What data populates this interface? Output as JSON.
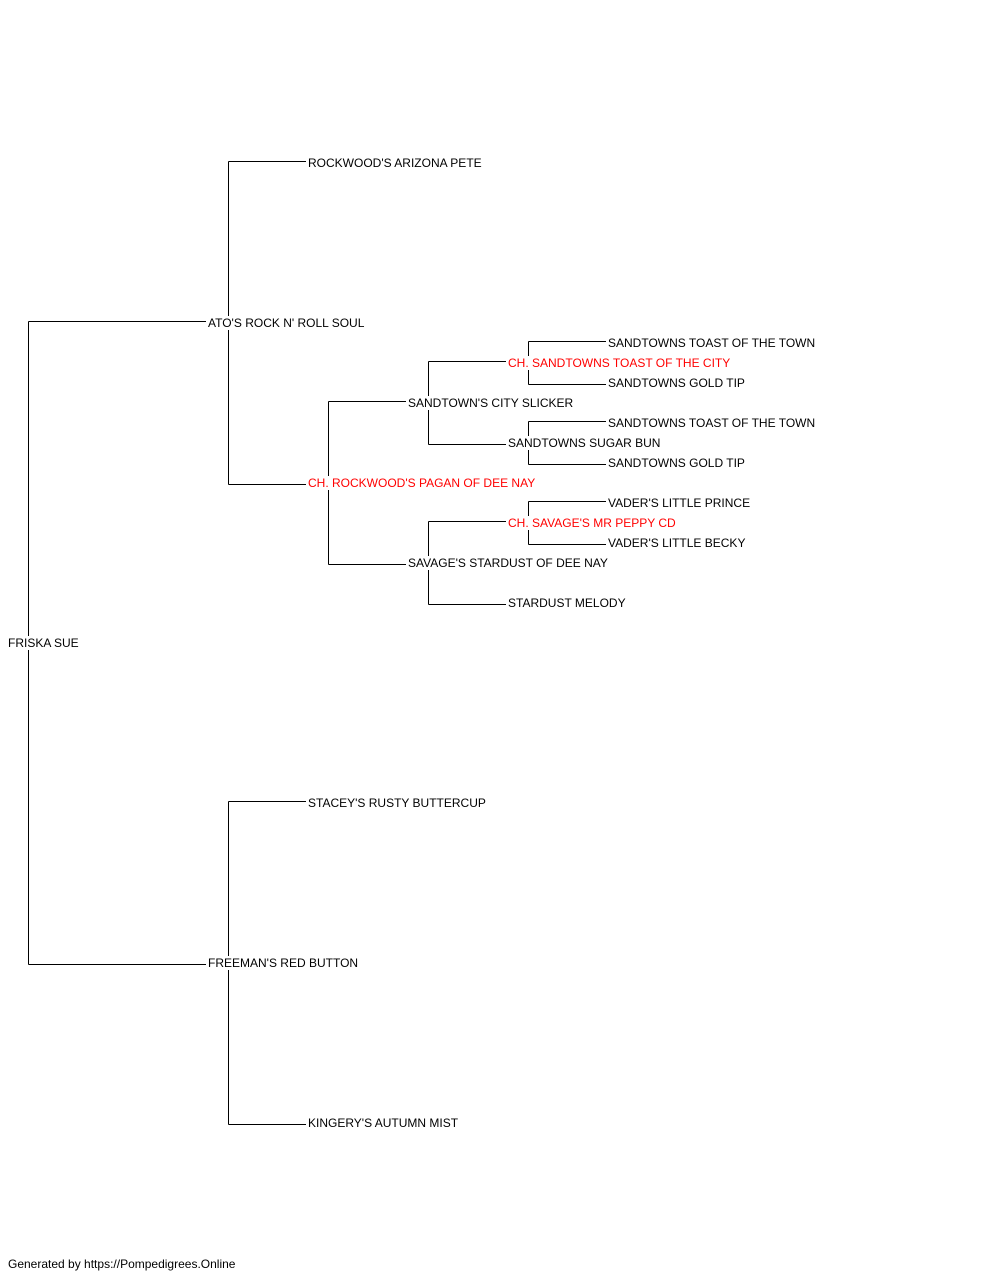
{
  "colors": {
    "line": "#000000",
    "text": "#000000",
    "champion_text": "#ff0000",
    "background": "#ffffff"
  },
  "pedigree": {
    "subject": {
      "name": "FRISKA SUE",
      "champion": false
    },
    "sire": {
      "name": "ATO'S ROCK N' ROLL SOUL",
      "champion": false
    },
    "dam": {
      "name": "FREEMAN'S RED BUTTON",
      "champion": false
    },
    "sire_sire": {
      "name": "ROCKWOOD'S ARIZONA PETE",
      "champion": false
    },
    "sire_dam": {
      "name": "CH. ROCKWOOD'S PAGAN OF DEE NAY",
      "champion": true
    },
    "dam_sire": {
      "name": "STACEY'S RUSTY BUTTERCUP",
      "champion": false
    },
    "dam_dam": {
      "name": "KINGERY'S AUTUMN MIST",
      "champion": false
    },
    "sd_sire": {
      "name": "SANDTOWN'S CITY SLICKER",
      "champion": false
    },
    "sd_dam": {
      "name": "SAVAGE'S STARDUST OF DEE NAY",
      "champion": false
    },
    "sd_sire_sire": {
      "name": "CH. SANDTOWNS TOAST OF THE CITY",
      "champion": true
    },
    "sd_sire_dam": {
      "name": "SANDTOWNS SUGAR BUN",
      "champion": false
    },
    "sd_dam_sire": {
      "name": "CH. SAVAGE'S MR PEPPY CD",
      "champion": true
    },
    "sd_dam_dam": {
      "name": "STARDUST MELODY",
      "champion": false
    },
    "sss_sire": {
      "name": "SANDTOWNS TOAST OF THE TOWN",
      "champion": false
    },
    "sss_dam": {
      "name": "SANDTOWNS GOLD TIP",
      "champion": false
    },
    "ssd_sire": {
      "name": "SANDTOWNS TOAST OF THE TOWN",
      "champion": false
    },
    "ssd_dam": {
      "name": "SANDTOWNS GOLD TIP",
      "champion": false
    },
    "sds_sire": {
      "name": "VADER'S LITTLE PRINCE",
      "champion": false
    },
    "sds_dam": {
      "name": "VADER'S LITTLE BECKY",
      "champion": false
    }
  },
  "footer": {
    "text": "Generated by https://Pompedigrees.Online"
  }
}
